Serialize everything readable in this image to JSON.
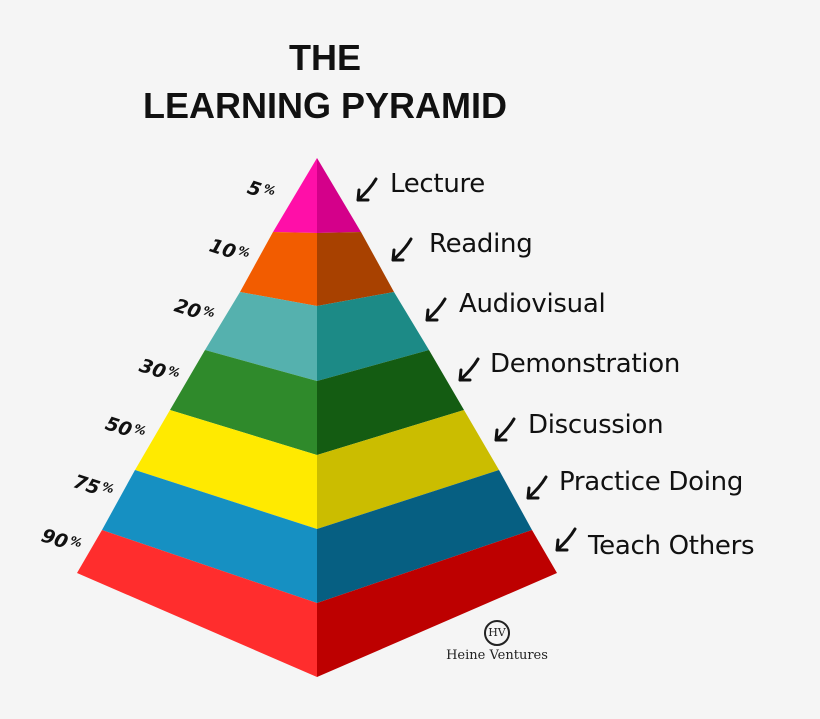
{
  "title": {
    "line1": "THE",
    "line2": "LEARNING PYRAMID"
  },
  "levels": [
    {
      "percent": "5",
      "label": "Lecture",
      "left_color": "#ff0fa8",
      "right_color": "#d4008a"
    },
    {
      "percent": "10",
      "label": "Reading",
      "left_color": "#f25c00",
      "right_color": "#a84100"
    },
    {
      "percent": "20",
      "label": "Audiovisual",
      "left_color": "#55b1ae",
      "right_color": "#1c8a86"
    },
    {
      "percent": "30",
      "label": "Demonstration",
      "left_color": "#2f8a2b",
      "right_color": "#145c12"
    },
    {
      "percent": "50",
      "label": "Discussion",
      "left_color": "#ffea00",
      "right_color": "#cbbd00"
    },
    {
      "percent": "75",
      "label": "Practice Doing",
      "left_color": "#1690c2",
      "right_color": "#065f82"
    },
    {
      "percent": "90",
      "label": "Teach Others",
      "left_color": "#ff2d2d",
      "right_color": "#bd0000"
    }
  ],
  "percent_symbol": "%",
  "brand": {
    "logo_text": "HV",
    "name": "Heine Ventures"
  },
  "icons": {
    "arrow": "arrow-down-left-icon"
  }
}
